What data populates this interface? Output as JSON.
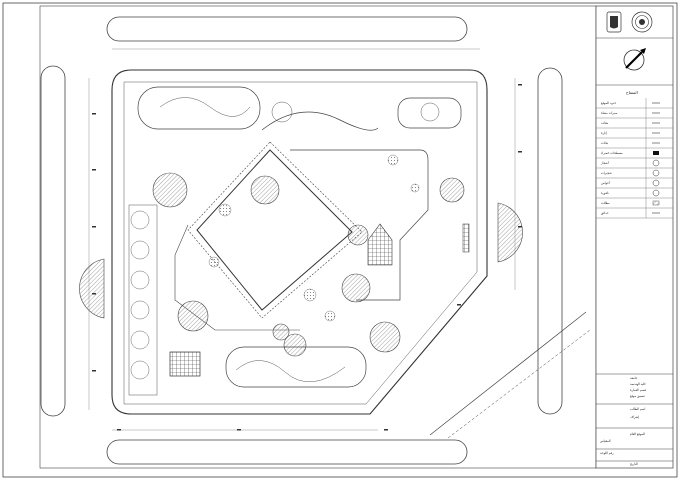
{
  "drawing": {
    "type": "architectural landscape site plan",
    "background": "#ffffff",
    "line_color": "#333333",
    "hatch_color": "#555555"
  },
  "title_block": {
    "legend_title": "المفتاح",
    "legend_items": [
      {
        "label": "حدود الموقع",
        "symbol": "line-icon"
      },
      {
        "label": "ممرات مشاة",
        "symbol": "line-icon"
      },
      {
        "label": "مقاعد",
        "symbol": "line-icon"
      },
      {
        "label": "إنارة",
        "symbol": "line-icon"
      },
      {
        "label": "نباتات",
        "symbol": "line-icon"
      },
      {
        "label": "مسطحات خضراء",
        "symbol": "solid-box-icon"
      },
      {
        "label": "أشجار",
        "symbol": "circle-icon"
      },
      {
        "label": "شجيرات",
        "symbol": "circle-icon"
      },
      {
        "label": "أحواض",
        "symbol": "circle-icon"
      },
      {
        "label": "نافورة",
        "symbol": "circle-icon"
      },
      {
        "label": "مظلات",
        "symbol": "hatch-box-icon"
      },
      {
        "label": "حدائق",
        "symbol": "line-icon"
      }
    ],
    "university": "جامعة",
    "faculty": "كلية الهندسة",
    "department": "قسم العمارة",
    "project_name": "تنسيق موقع",
    "student": "اسم الطالب",
    "supervisor": "إشراف",
    "sheet_title": "الموقع العام",
    "scale": "المقياس",
    "sheet_no": "رقم اللوحة",
    "date": "التاريخ"
  }
}
